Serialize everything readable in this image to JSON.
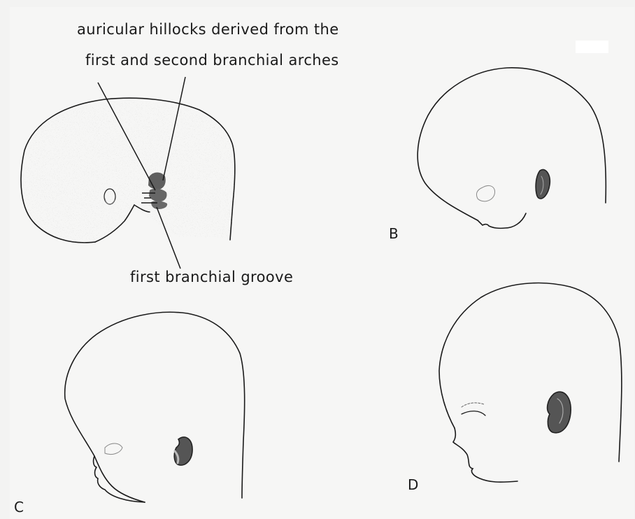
{
  "figure": {
    "label_hillocks_line1": "auricular hillocks derived from the",
    "label_hillocks_line2": "first  and  second branchial arches",
    "label_groove": "first branchial groove"
  },
  "panels": [
    {
      "letter": ""
    },
    {
      "letter": "B"
    },
    {
      "letter": "C"
    },
    {
      "letter": "D"
    }
  ],
  "colors": {
    "ink": "#1a1a1a",
    "ear_fill": "#6e6e6e",
    "paper": "#f6f6f5"
  }
}
